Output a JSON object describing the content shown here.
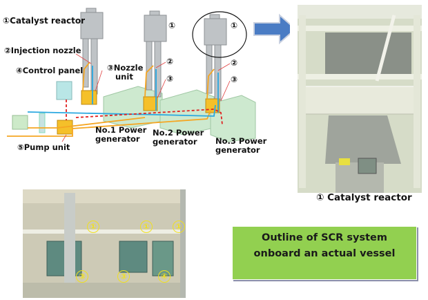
{
  "diagram": {
    "labels": {
      "catalyst_reactor": "①Catalyst reactor",
      "injection_nozzle": "②Injection nozzle",
      "control_panel": "④Control panel",
      "nozzle_unit_line1": "③Nozzle",
      "nozzle_unit_line2": "unit",
      "pump_unit": "⑤Pump unit"
    },
    "markers": {
      "reactor": "①",
      "nozzle": "②",
      "nozzle_unit": "③",
      "control_panel": "④"
    },
    "generators": [
      {
        "line1": "No.1 Power",
        "line2": "generator"
      },
      {
        "line1": "No.2  Power",
        "line2": "generator"
      },
      {
        "line1": "No.3 Power",
        "line2": "generator"
      }
    ],
    "photo_right_caption": "①  Catalyst reactor",
    "photo_bottom_markers": [
      "①",
      "①",
      "①",
      "③",
      "③",
      "④"
    ],
    "title_box": {
      "line1": "Outline of SCR system",
      "line2": "onboard an actual vessel"
    },
    "colors": {
      "urea_line": "#f5a623",
      "water_line": "#2aa8e0",
      "signal_line": "#e02020",
      "arrow": "#4a7cc4",
      "title_box": "#92d050",
      "generator": "#c9e8c9"
    }
  }
}
